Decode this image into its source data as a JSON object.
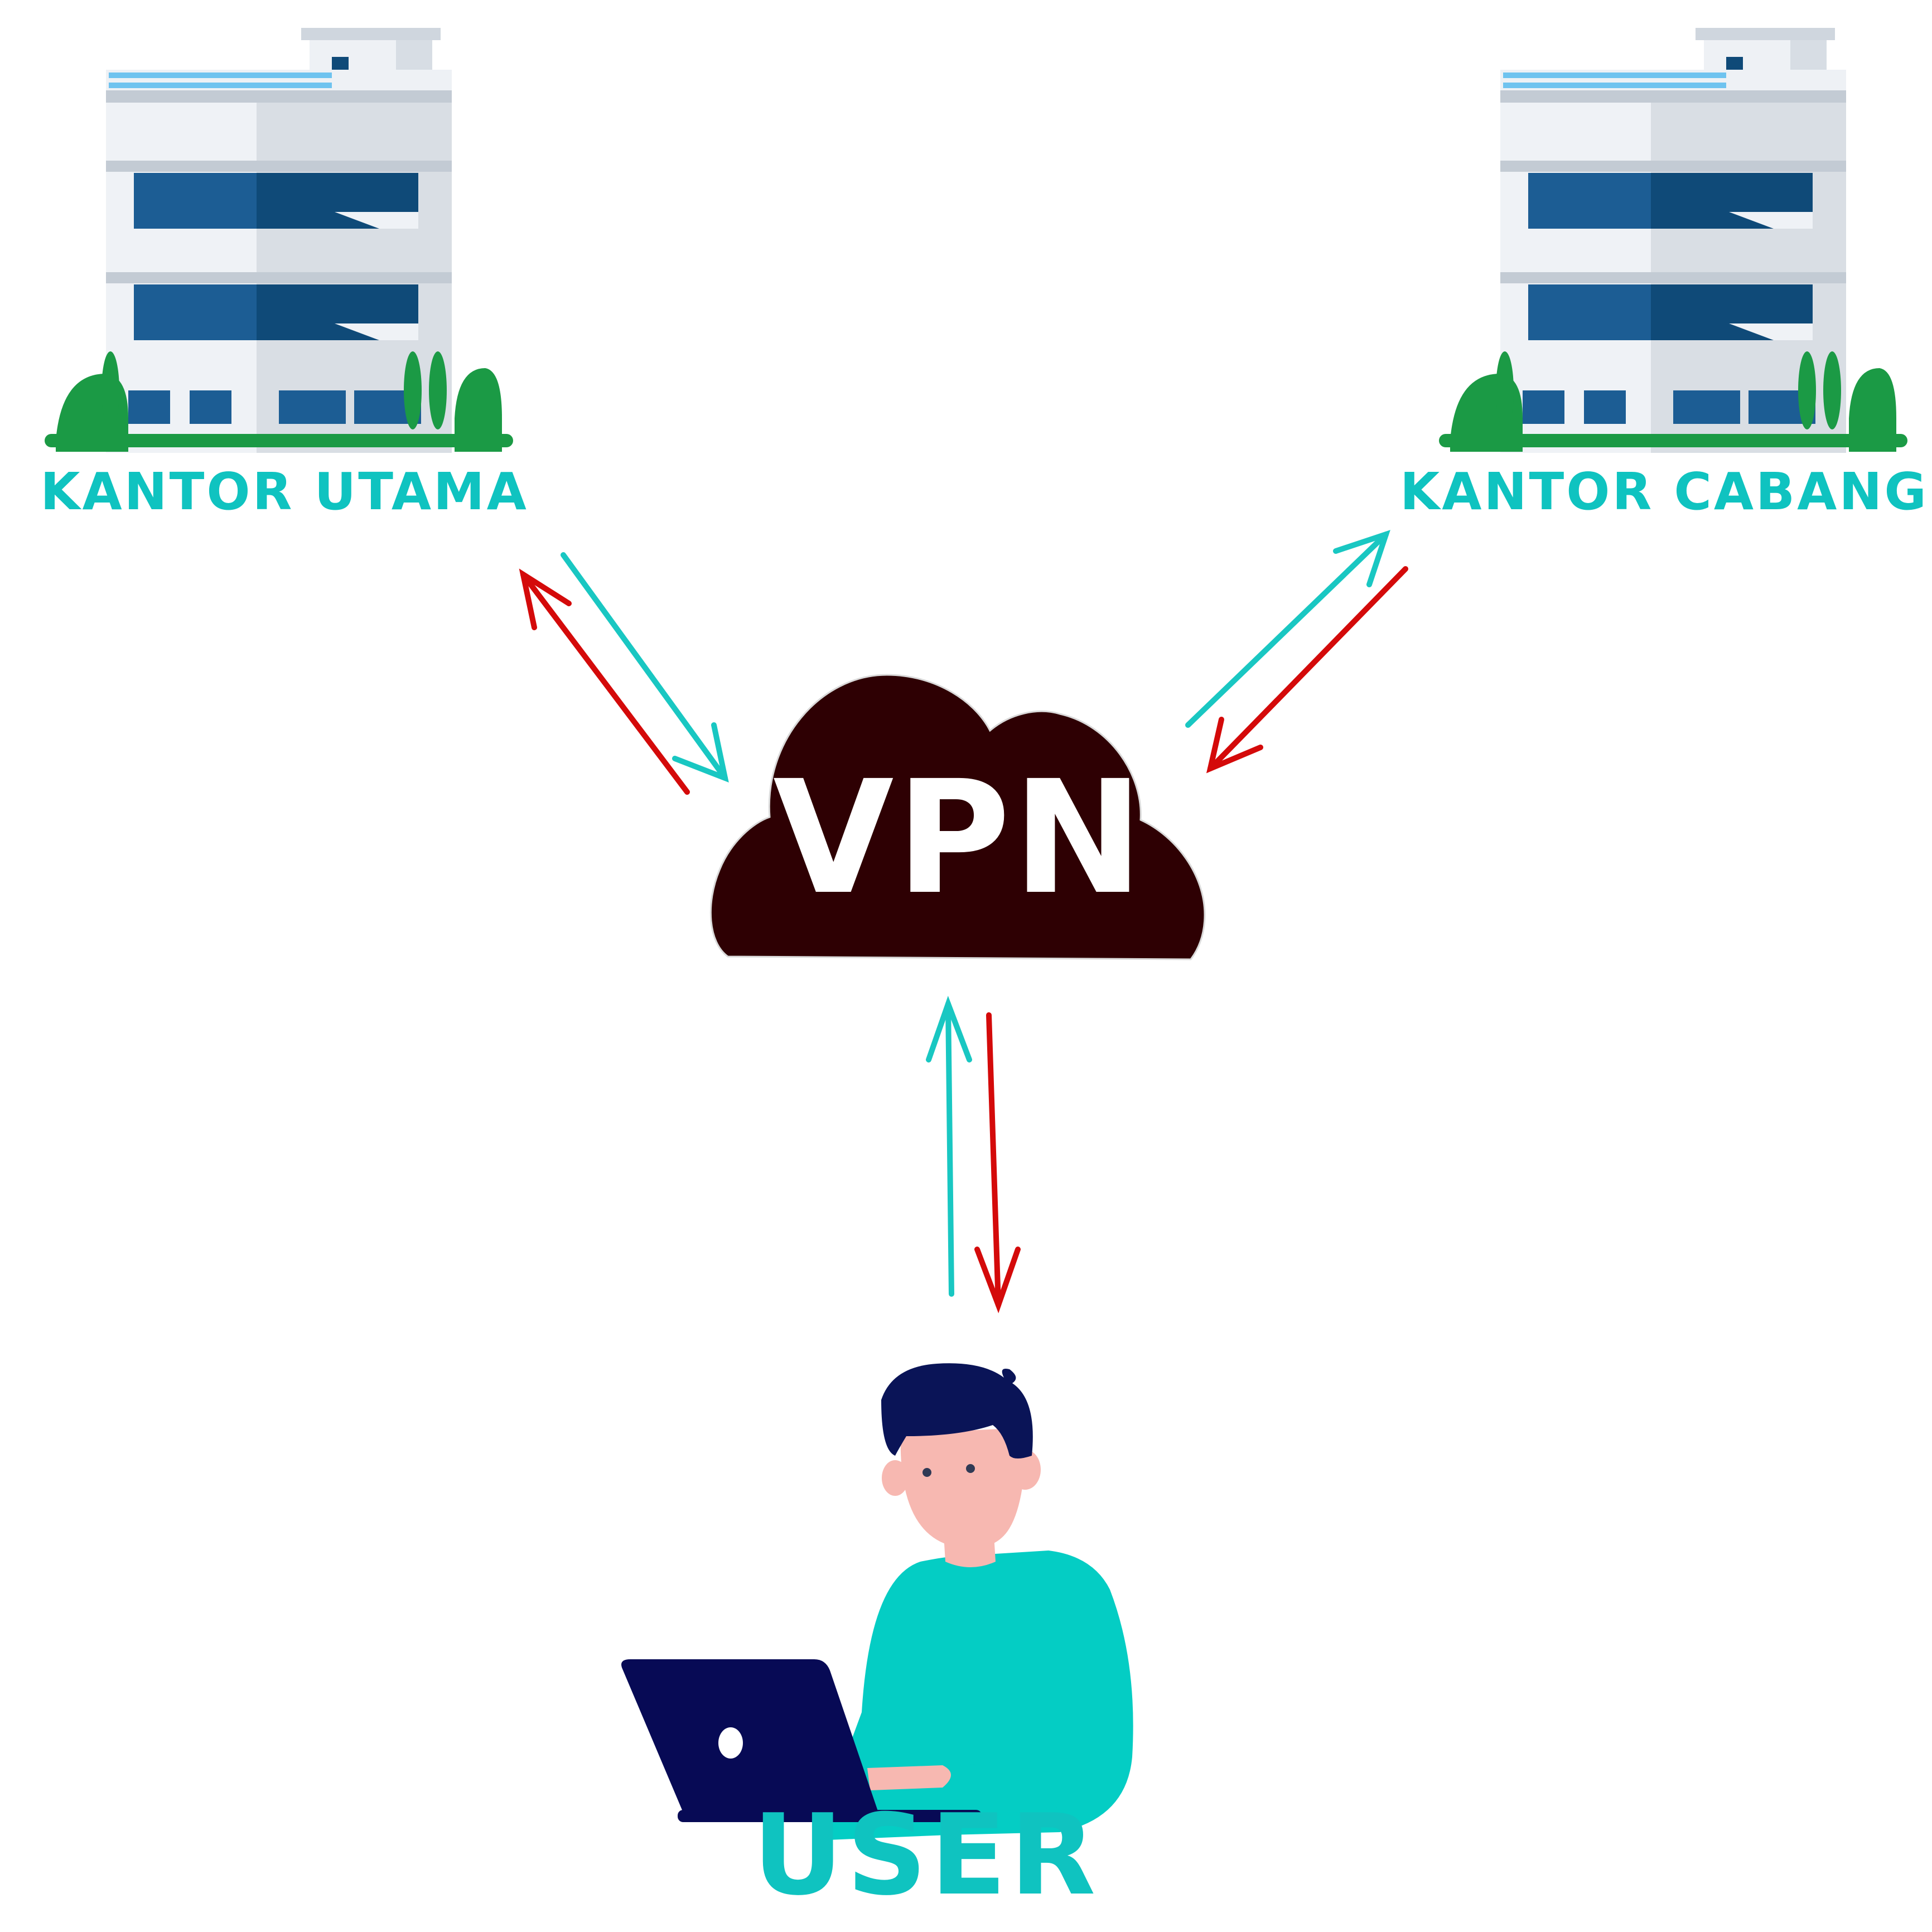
{
  "nodes": {
    "main_office": {
      "label": "KANTOR UTAMA"
    },
    "branch_office": {
      "label": "KANTOR CABANG"
    },
    "cloud": {
      "label": "VPN"
    },
    "user": {
      "label": "USER"
    }
  },
  "colors": {
    "label": "#0fc3c0",
    "cloud": "#2e0003",
    "outbound_arrow": "#19c7c2",
    "return_arrow": "#d40a0a",
    "shirt": "#04cdc4",
    "hair": "#0a1457",
    "laptop": "#070a55",
    "skin": "#f7b8b1"
  }
}
